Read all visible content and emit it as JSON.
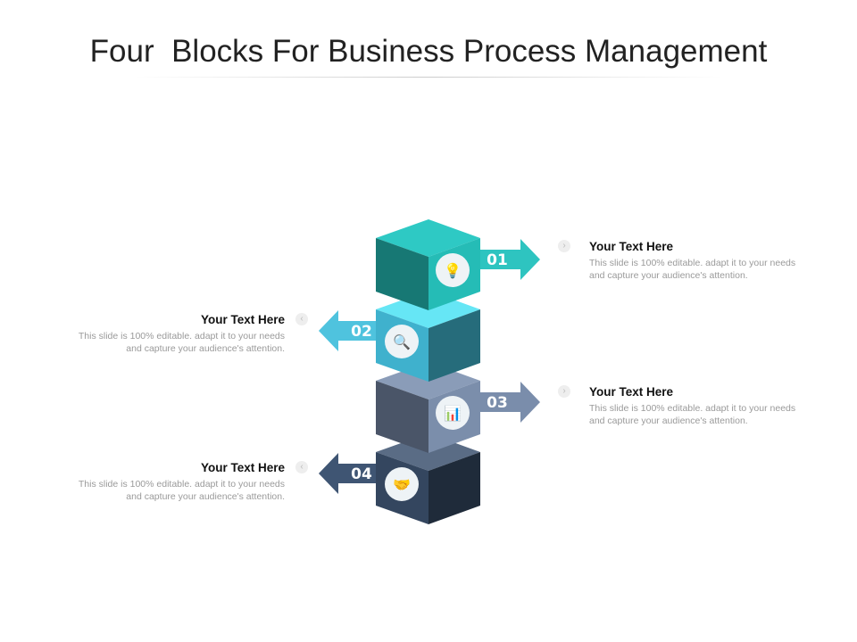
{
  "title": "Four  Blocks For Business Process Management",
  "steps": [
    {
      "number": "01",
      "icon": "head-lightbulb-icon",
      "heading": "Your Text Here",
      "body": "This slide is 100% editable. adapt it to your needs and capture your audience's attention.",
      "side": "right",
      "colors": {
        "top": "#2ec9c4",
        "left": "#177874",
        "right": "#25bcb6",
        "arrow": "#2ec4c0"
      }
    },
    {
      "number": "02",
      "icon": "magnifier-icon",
      "heading": "Your Text Here",
      "body": "This slide is 100% editable. adapt it to your needs and capture your audience's attention.",
      "side": "left",
      "colors": {
        "top": "#66e6f5",
        "left": "#3fb1cd",
        "right": "#266c7b",
        "arrow": "#4fc3de"
      }
    },
    {
      "number": "03",
      "icon": "business-chart-icon",
      "heading": "Your Text Here",
      "body": "This slide is 100% editable. adapt it to your needs and capture your audience's attention.",
      "side": "right",
      "colors": {
        "top": "#8a9cb8",
        "left": "#4a5568",
        "right": "#7b8eab",
        "arrow": "#7a8dab"
      }
    },
    {
      "number": "04",
      "icon": "handshake-gear-icon",
      "heading": "Your Text Here",
      "body": "This slide is 100% editable. adapt it to your needs and capture your audience's attention.",
      "side": "left",
      "colors": {
        "top": "#5a6c85",
        "left": "#34465f",
        "right": "#1f2b3a",
        "arrow": "#3f5573"
      }
    }
  ]
}
